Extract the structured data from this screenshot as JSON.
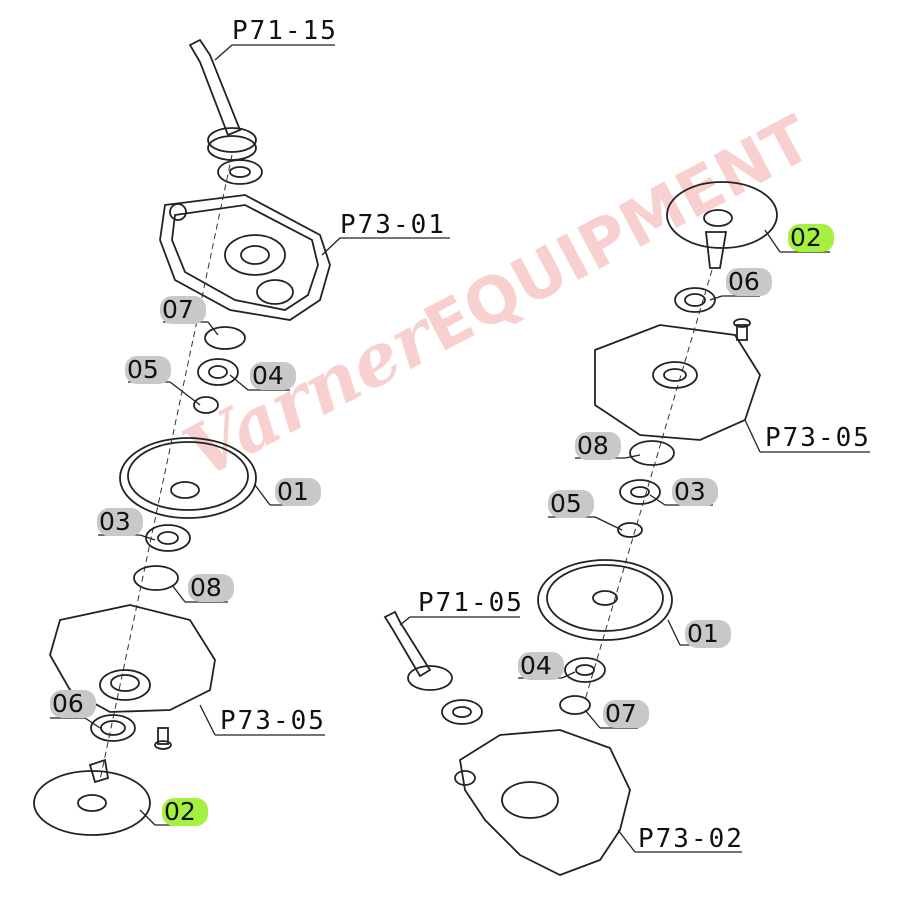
{
  "watermark": {
    "script": "Varner",
    "caps": "EQUIPMENT"
  },
  "highlight_color": "#a6f040",
  "code_color": "#c8c8c8",
  "labels": {
    "p71_15": "P71-15",
    "p73_01": "P73-01",
    "p73_05_left": "P73-05",
    "p73_05_right": "P73-05",
    "p71_05": "P71-05",
    "p73_02": "P73-02"
  },
  "left": {
    "c07": "07",
    "c05": "05",
    "c04": "04",
    "c01": "01",
    "c03": "03",
    "c08": "08",
    "c06": "06",
    "c02": "02"
  },
  "right": {
    "c02": "02",
    "c06": "06",
    "c08": "08",
    "c05": "05",
    "c03": "03",
    "c01": "01",
    "c04": "04",
    "c07": "07"
  }
}
